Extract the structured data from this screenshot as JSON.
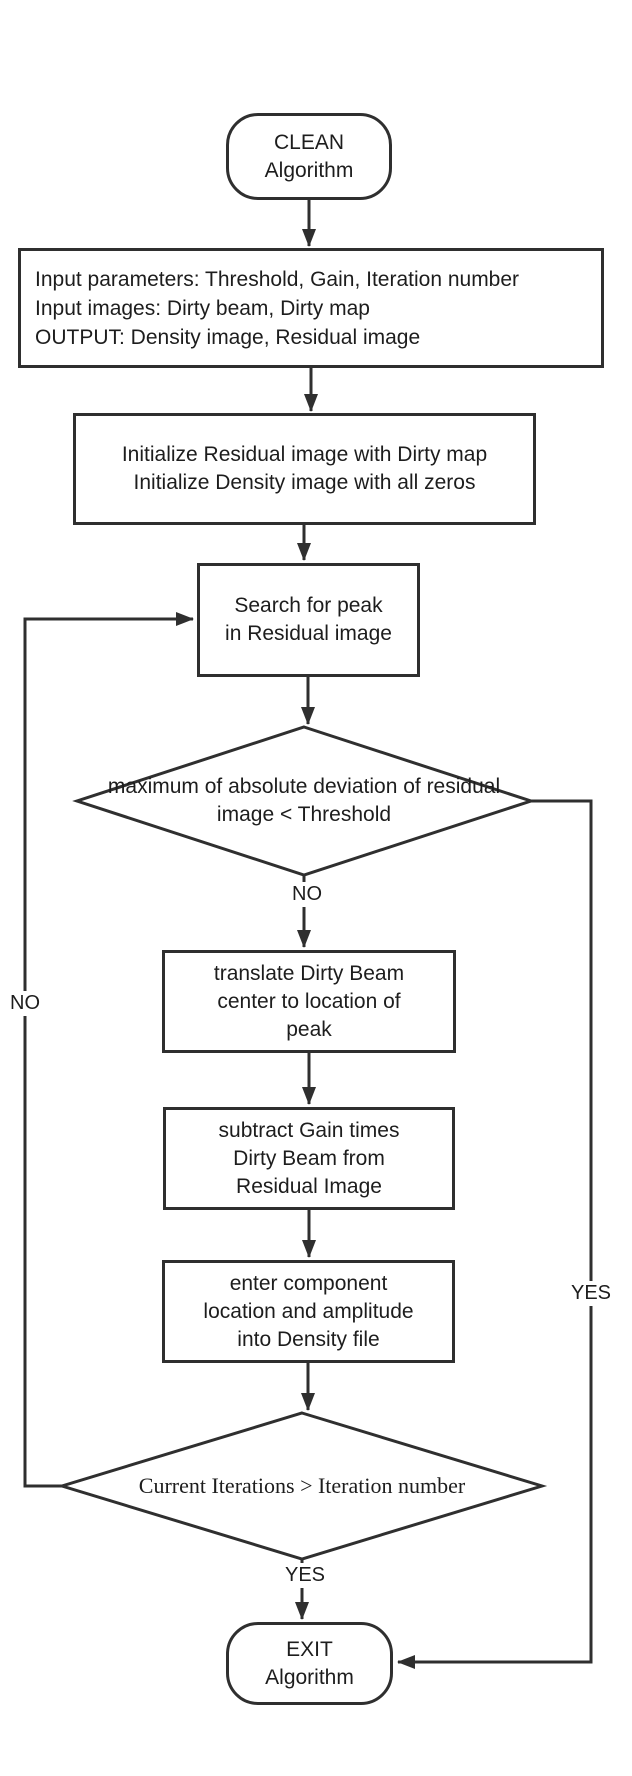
{
  "colors": {
    "stroke": "#2f2f2f",
    "text": "#1d1d1d",
    "background": "#ffffff"
  },
  "nodes": {
    "start": {
      "line1": "CLEAN",
      "line2": "Algorithm"
    },
    "io": {
      "line1": "Input parameters: Threshold, Gain, Iteration number",
      "line2": "Input images: Dirty beam, Dirty map",
      "line3": "OUTPUT: Density image, Residual image"
    },
    "init": {
      "line1": "Initialize Residual image with Dirty map",
      "line2": "Initialize Density image with all zeros"
    },
    "search": {
      "line1": "Search for peak",
      "line2": "in Residual image"
    },
    "threshold_decision": {
      "line1": "maximum of absolute deviation",
      "line2": "of residual image < Threshold"
    },
    "translate": {
      "line1": "translate Dirty Beam",
      "line2": "center to location of",
      "line3": "peak"
    },
    "subtract": {
      "line1": "subtract Gain times",
      "line2": "Dirty Beam from",
      "line3": "Residual Image"
    },
    "enter": {
      "line1": "enter component",
      "line2": "location and amplitude",
      "line3": "into Density file"
    },
    "iteration_decision": {
      "line1": "Current Iterations > Iteration number"
    },
    "exit": {
      "line1": "EXIT",
      "line2": "Algorithm"
    }
  },
  "edge_labels": {
    "threshold_no": "NO",
    "threshold_yes": "YES",
    "iteration_yes": "YES",
    "iteration_no": "NO"
  }
}
